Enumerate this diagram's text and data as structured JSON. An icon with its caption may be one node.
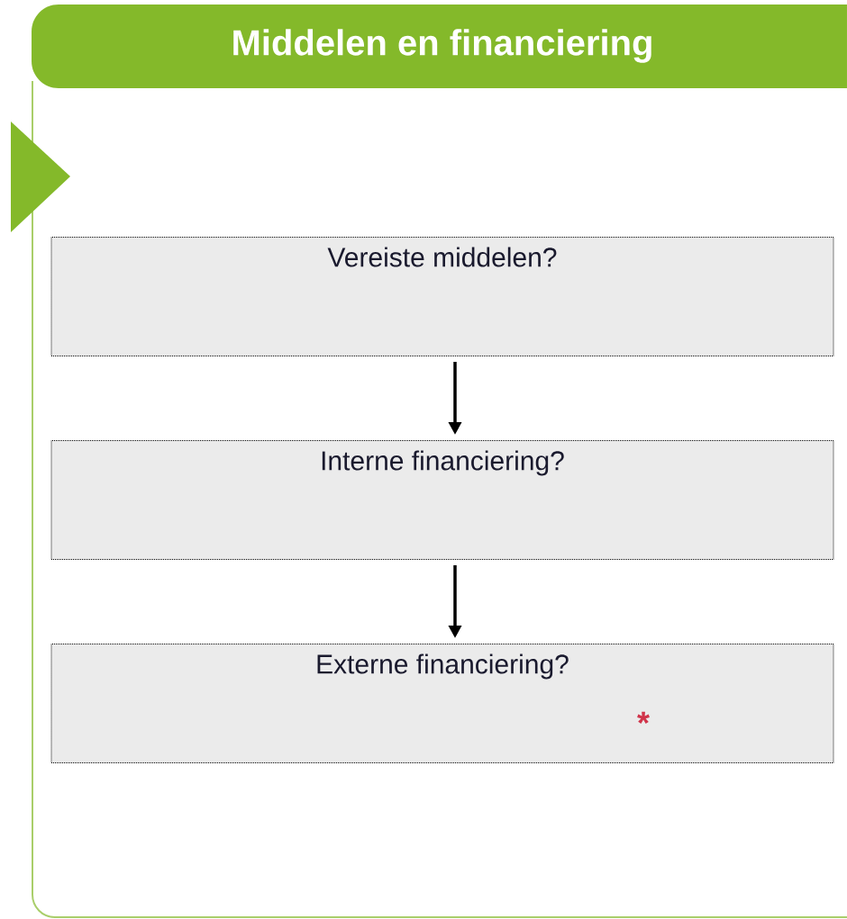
{
  "diagram": {
    "title": "Middelen en financiering",
    "nodes": [
      {
        "text": [
          "Vereiste middelen?"
        ]
      },
      {
        "text": [
          "Interne financiering?"
        ]
      },
      {
        "text": [
          "Externe financiering?"
        ]
      }
    ],
    "edges": [
      {
        "from": 0,
        "to": 1,
        "arrow": "to"
      },
      {
        "from": 1,
        "to": 2,
        "arrow": "to"
      }
    ],
    "labels": [
      "*"
    ]
  }
}
